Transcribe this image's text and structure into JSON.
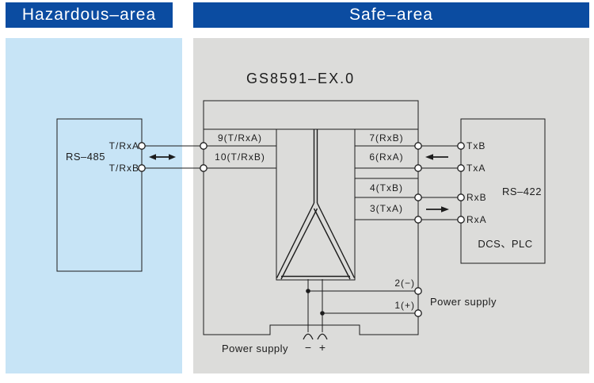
{
  "headers": {
    "hazardous": "Hazardous–area",
    "safe": "Safe–area"
  },
  "hazardous_area": {
    "rs485": {
      "label": "RS–485",
      "terminals": [
        "T/RxA",
        "T/RxB"
      ]
    }
  },
  "safe_area": {
    "device": {
      "title": "GS8591–EX.0",
      "left_terminals": [
        "9(T/RxA)",
        "10(T/RxB)"
      ],
      "right_terminals_top": [
        "7(RxB)",
        "6(RxA)"
      ],
      "right_terminals_mid": [
        "4(TxB)",
        "3(TxA)"
      ],
      "power_terminals": [
        "2(−)",
        "1(+)"
      ],
      "power_polarity": {
        "minus": "−",
        "plus": "+"
      },
      "power_supply_bottom_label": "Power supply"
    },
    "rs422": {
      "label": "RS–422",
      "terminals": [
        "TxB",
        "TxA",
        "RxB",
        "RxA"
      ],
      "note": "DCS、PLC"
    },
    "power_supply_right_label": "Power supply"
  },
  "colors": {
    "header_bg": "#0b4ca1",
    "hazardous_bg": "#c7e4f6",
    "safe_bg": "#dcdcda",
    "line": "#1c1c1c"
  }
}
